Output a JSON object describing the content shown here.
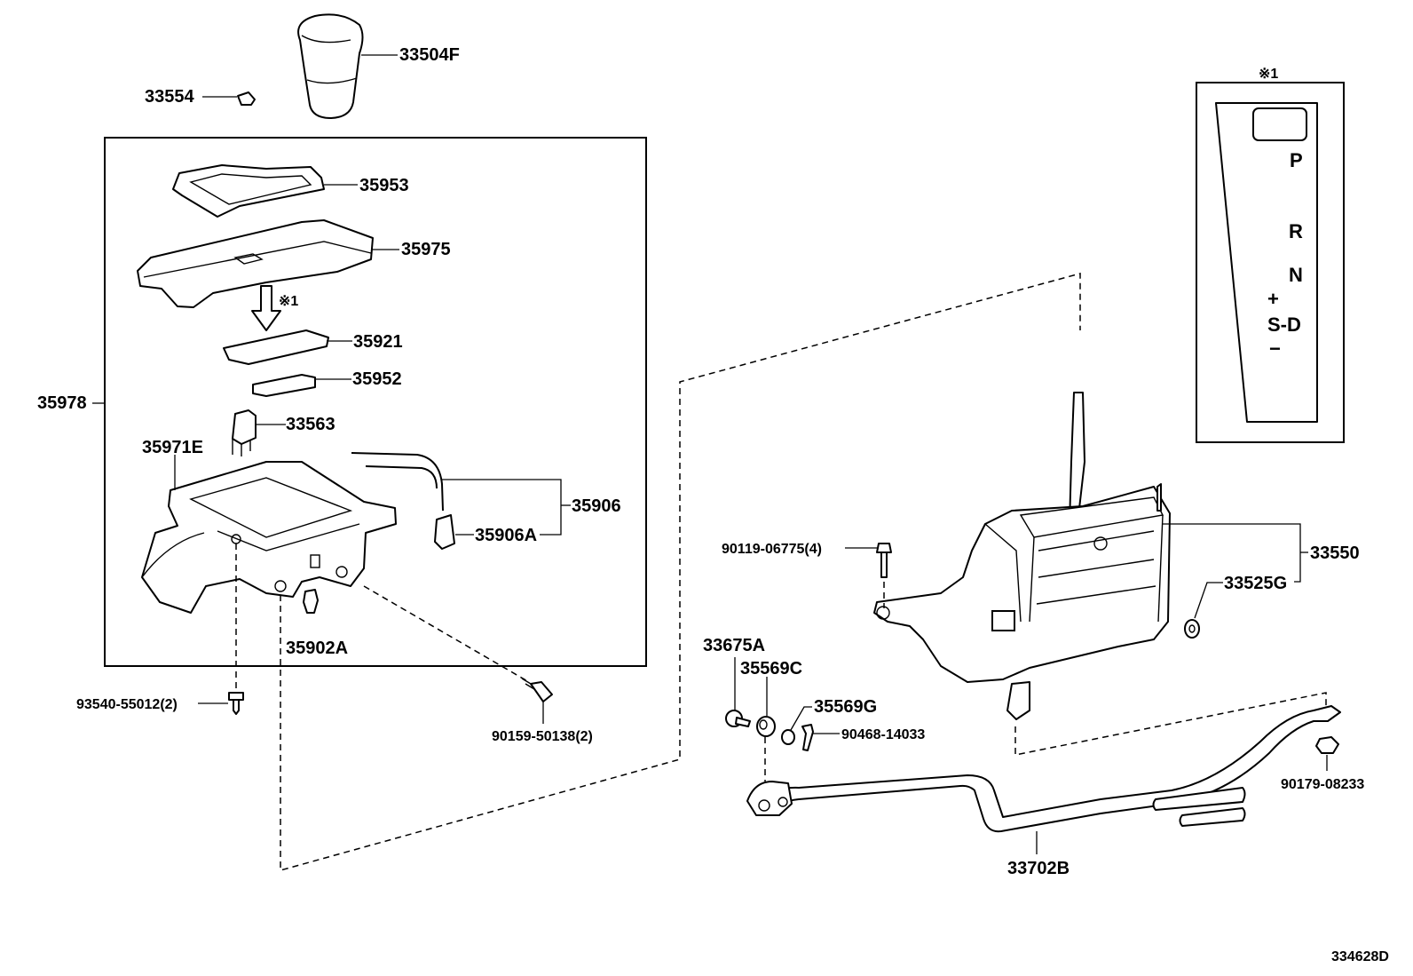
{
  "labels": {
    "knob": "33504F",
    "plug": "33554",
    "bezel_top": "35953",
    "housing_cover": "35975",
    "note_mark": "※1",
    "indicator_plate": "35921",
    "indicator_lamp": "35952",
    "switch": "33563",
    "assy": "35978",
    "lower_housing": "35971E",
    "wire_harness": "35906",
    "wire_connector": "35906A",
    "clip": "35902A",
    "screw_left": "93540-55012(2)",
    "screw_right": "90159-50138(2)",
    "bolt_top": "90119-06775(4)",
    "shift_lever_assy": "33550",
    "bushing": "33525G",
    "pin": "33675A",
    "bush_c": "35569C",
    "bush_g": "35569G",
    "clip_pin": "90468-14033",
    "nut": "90179-08233",
    "rod": "33702B",
    "diagram_id": "334628D"
  },
  "gear_plate": {
    "note": "※1",
    "positions": [
      "P",
      "R",
      "N",
      "+",
      "S-D",
      "−"
    ]
  }
}
